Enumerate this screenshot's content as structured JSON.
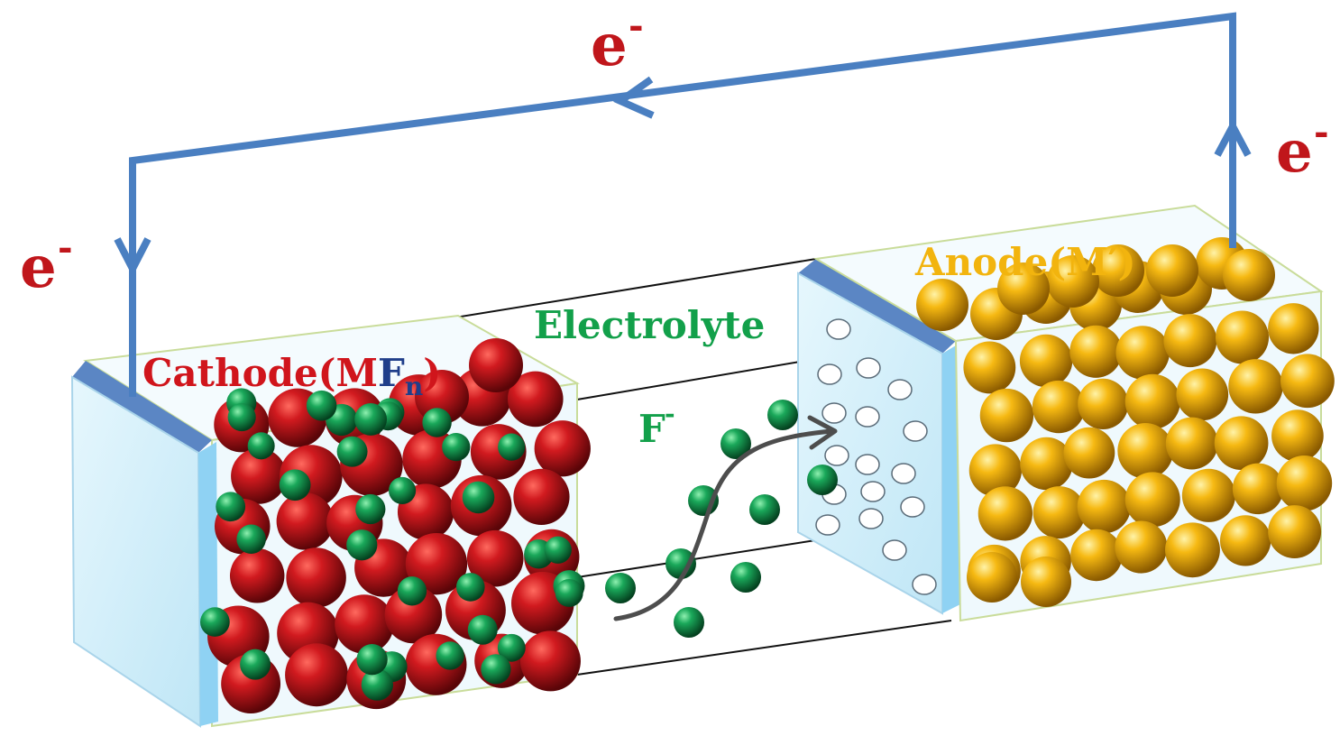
{
  "labels": {
    "electron_symbol": "e",
    "electron_charge": "-",
    "cathode_prefix": "Cathode(M",
    "cathode_f": "F",
    "cathode_subscript": "n",
    "cathode_suffix": ")",
    "electrolyte": "Electrolyte",
    "fluoride_symbol": "F",
    "fluoride_charge": "-",
    "anode": "Anode(M′)"
  },
  "colors": {
    "wire": "#4a7fc1",
    "cathode_particle": "#c0161b",
    "fluoride_ion": "#14a155",
    "anode_particle": "#f2b40e",
    "collector_face": "#cfeefa",
    "collector_edge": "#5b86c4"
  },
  "icons": {
    "arrow": "arrowhead-icon",
    "ion_path": "curved-arrow-icon",
    "vacancy": "vacancy-circle-icon"
  }
}
